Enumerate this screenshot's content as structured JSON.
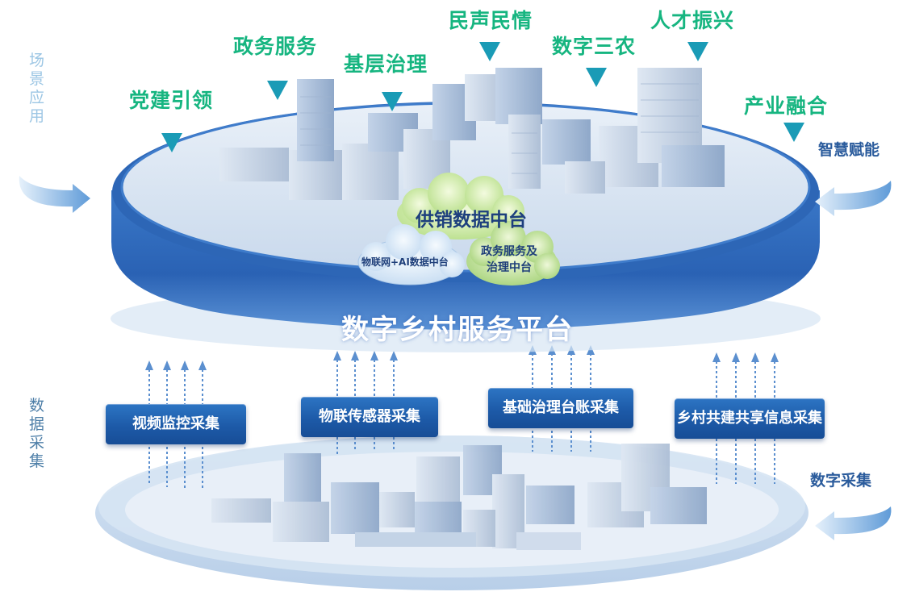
{
  "side_labels": {
    "scene_application": [
      "场",
      "景",
      "应",
      "用"
    ],
    "data_collection": [
      "数",
      "据",
      "采",
      "集"
    ]
  },
  "categories": [
    "党建引领",
    "政务服务",
    "基层治理",
    "民声民情",
    "数字三农",
    "人才振兴",
    "产业融合"
  ],
  "right_labels": {
    "smart_empower": "智慧赋能",
    "digital_collect": "数字采集"
  },
  "clouds": {
    "main": "供销数据中台",
    "left": "物联网+AI数据中台",
    "right": [
      "政务服务及",
      "治理中台"
    ]
  },
  "platform_title": "数字乡村服务平台",
  "collection_boxes": [
    "视频监控采集",
    "物联传感器采集",
    "基础治理台账采集",
    "乡村共建共享信息采集"
  ],
  "colors": {
    "category_text": "#16b580",
    "marker": "#1a9bb6",
    "platform_blue": "#2f6fc0",
    "box_blue": "#1d5aa8"
  }
}
